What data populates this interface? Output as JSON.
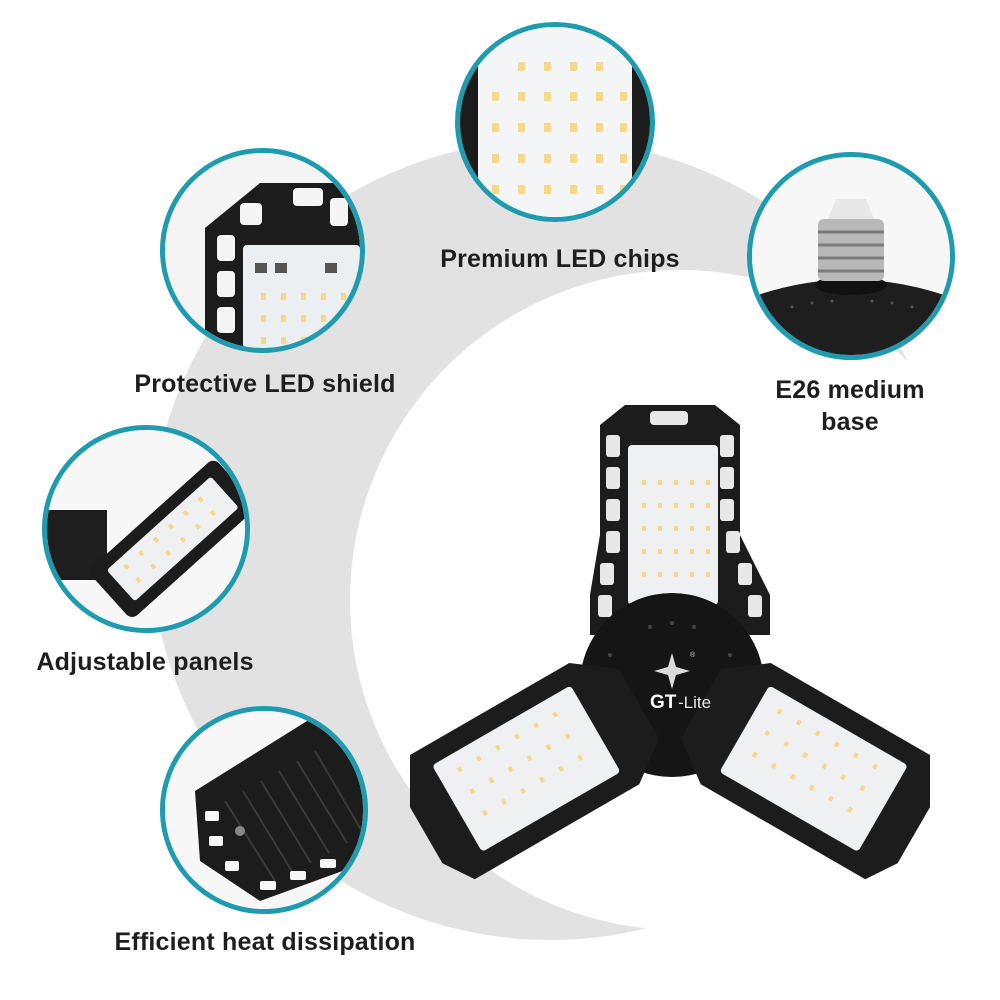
{
  "brand": {
    "logo_text_bold": "GT",
    "logo_text_light": "-Lite",
    "registered_mark": "®"
  },
  "colors": {
    "ring_teal": "#1f9bb0",
    "background_gray": "#e2e2e2",
    "frame_black": "#1c1c1c",
    "led_warm": "#f6d88a",
    "text_dark": "#1e1e1e"
  },
  "features": [
    {
      "id": "led-chips",
      "label": "Premium LED chips",
      "icon": "led-panel-closeup"
    },
    {
      "id": "led-shield",
      "label": "Protective LED shield",
      "icon": "led-shield-closeup"
    },
    {
      "id": "e26-base",
      "label_line1": "E26 medium",
      "label_line2": "base",
      "icon": "screw-base-closeup"
    },
    {
      "id": "adjustable",
      "label": "Adjustable panels",
      "icon": "tilted-panel-closeup"
    },
    {
      "id": "heat",
      "label": "Efficient heat dissipation",
      "icon": "heatsink-closeup"
    }
  ],
  "product": {
    "name": "tri-panel LED garage light",
    "panel_count": 3
  }
}
